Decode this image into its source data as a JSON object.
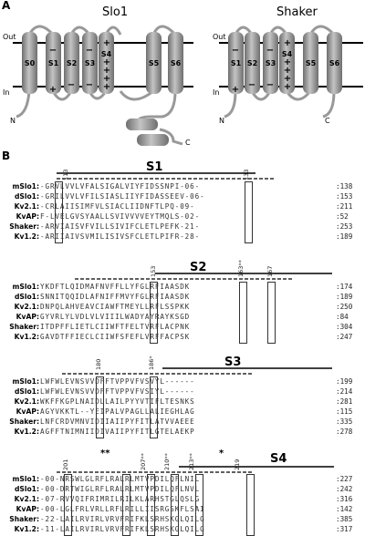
{
  "panelA": {
    "letter": "A",
    "slo1": {
      "title": "Slo1",
      "segments": [
        "S0",
        "S1",
        "S2",
        "S3",
        "S4",
        "S5",
        "S6"
      ],
      "out": "Out",
      "in": "In",
      "n": "N",
      "c": "C"
    },
    "shaker": {
      "title": "Shaker",
      "segments": [
        "S1",
        "S2",
        "S3",
        "S4",
        "S5",
        "S6"
      ],
      "out": "Out",
      "in": "In",
      "n": "N",
      "c": "C"
    }
  },
  "panelB": {
    "letter": "B",
    "blocks": [
      {
        "segment": "S1",
        "numbers": [
          "113",
          "133"
        ],
        "stars": [],
        "rows": [
          {
            "name": "mSlo1:",
            "seq": "-GRVLVVLVFALSIGALVIYFIDSSNPI-06-",
            "end": ":138"
          },
          {
            "name": "dSlo1:",
            "seq": "-GRILVVLVFILSIASLIIYFIDASSEEV-06-",
            "end": ":153"
          },
          {
            "name": "Kv2.1:",
            "seq": "-CRLAIISIMFVLSIACLIIDNFTLPQ-09-",
            "end": ":211"
          },
          {
            "name": "KvAP:",
            "seq": "F-LVELGVSYAALLSVIVVVVEYTMQLS-02-",
            "end": ":52"
          },
          {
            "name": "Shaker:",
            "seq": "-ARVIAISVFVILLSIVIFCLETLPEFK-21-",
            "end": ":253"
          },
          {
            "name": "Kv1.2:",
            "seq": "-ARIIAIVSVMILISIVSFCLETLPIFR-28-",
            "end": ":189"
          }
        ]
      },
      {
        "segment": "S2",
        "numbers": [
          "153",
          "163**",
          "167"
        ],
        "stars": [],
        "rows": [
          {
            "name": "mSlo1:",
            "seq": "YKDFTLQIDMAFNVFFLLYFGLRFIAASDK",
            "end": ":174"
          },
          {
            "name": "dSlo1:",
            "seq": "SNNITQQIDLAFNIFFMVYFGLRFIAASDK",
            "end": ":189"
          },
          {
            "name": "Kv2.1:",
            "seq": "DNPQLAHVEAVCIAWFTMEYLLRFLSSPKK",
            "end": ":250"
          },
          {
            "name": "KvAP:",
            "seq": "GYVRLYLVDLVLVIIILWADYAYRAYKSGD",
            "end": ":84"
          },
          {
            "name": "Shaker:",
            "seq": "ITDPFFLIETLCIIWFTFELTVRFLACPNK",
            "end": ":304"
          },
          {
            "name": "Kv1.2:",
            "seq": "GAVDTFFIECLCIIWFSFEFLVRFFACPSK",
            "end": ":247"
          }
        ]
      },
      {
        "segment": "S3",
        "numbers": [
          "180",
          "186*"
        ],
        "stars": [],
        "rows": [
          {
            "name": "mSlo1:",
            "seq": "LWFWLEVNSVVDFFTVPPVFVSVYL------",
            "end": ":199"
          },
          {
            "name": "dSlo1:",
            "seq": "LWFWLEVNSVVDFFTVPPVFVSIYL------",
            "end": ":214"
          },
          {
            "name": "Kv2.1:",
            "seq": "WKFFKGPLNAIDLLAILPYYVTIFLTESNKS",
            "end": ":281"
          },
          {
            "name": "KvAP:",
            "seq": "AGYVKKTL--YEIPALVPAGLLALIEGHLAG",
            "end": ":115"
          },
          {
            "name": "Shaker:",
            "seq": "LNFCRDVMNVIDIIAIIPYFITLATVVAEEE",
            "end": ":335"
          },
          {
            "name": "Kv1.2:",
            "seq": "AGFFTNIMNIIDIVAIIPYFITLGTELAEKP",
            "end": ":278"
          }
        ]
      },
      {
        "segment": "S4",
        "numbers": [
          "201",
          "207**",
          "210**",
          "213**",
          "219"
        ],
        "stars": [
          "**",
          "*"
        ],
        "rows": [
          {
            "name": "mSlo1:",
            "seq": "-00-NRSWLGLRFLRALRLMTVPDILQFLNIL",
            "end": ":227"
          },
          {
            "name": "dSlo1:",
            "seq": "-00-DRTWIGLRFLRALRLMTVPDILQFLNVL",
            "end": ":242"
          },
          {
            "name": "Kv2.1:",
            "seq": "-07-RVVQIFRIMRILRILKLARHSTGLQSLG",
            "end": ":316"
          },
          {
            "name": "KvAP:",
            "seq": "-00-LGLFRLVRLLRFLRILLIISRGSKFLSAI",
            "end": ":142"
          },
          {
            "name": "Shaker:",
            "seq": "-22-LAILRVIRLVRVFRIFKLSRHSKGLQILG",
            "end": ":385"
          },
          {
            "name": "Kv1.2:",
            "seq": "-11-LAILRVIRLVRVFRIFKLSRHSKGLQILG",
            "end": ":317"
          }
        ]
      }
    ]
  },
  "colors": {
    "helix": "#a6a6a6",
    "helix_dark": "#6e6e6e",
    "membrane": "#000000"
  }
}
